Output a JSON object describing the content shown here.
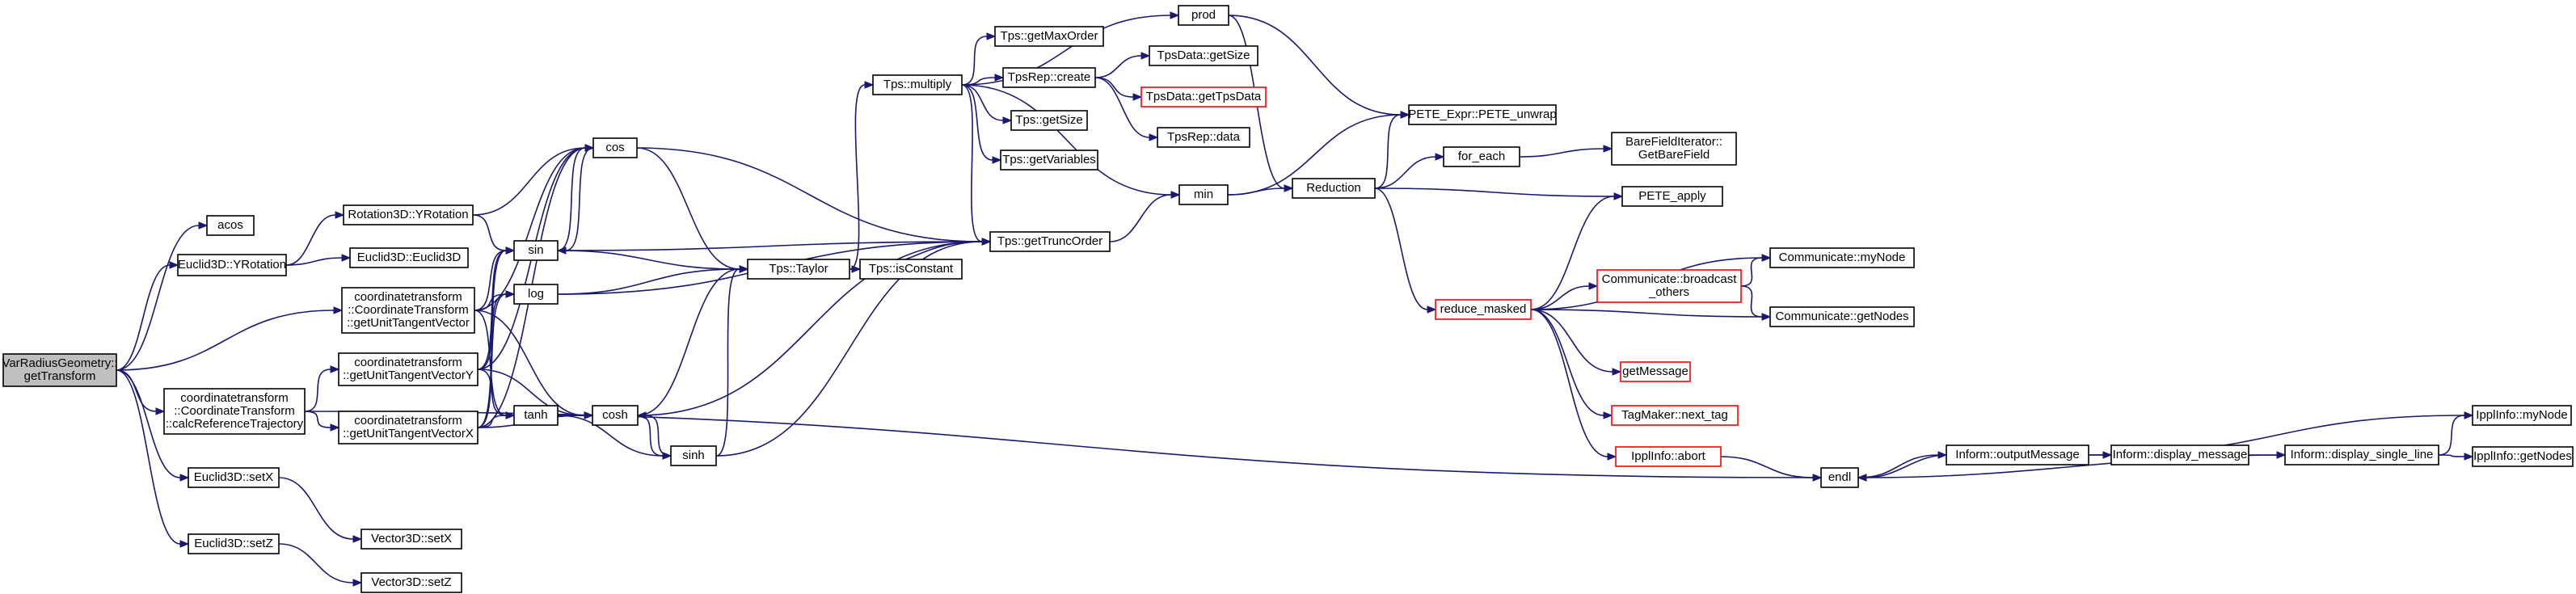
{
  "graph": {
    "node_color": "#000000",
    "highlight_color": "#ff0000",
    "edge_color": "#191970",
    "root_fill": "#bfbfbf",
    "nodes": [
      {
        "id": "root",
        "lines": [
          "VarRadiusGeometry::",
          "getTransform"
        ],
        "style": "root"
      },
      {
        "id": "acos",
        "lines": [
          "acos"
        ]
      },
      {
        "id": "euclid_yrot",
        "lines": [
          "Euclid3D::YRotation"
        ]
      },
      {
        "id": "coord_calc",
        "lines": [
          "coordinatetransform",
          "::CoordinateTransform",
          "::calcReferenceTrajectory"
        ]
      },
      {
        "id": "coord_getunit",
        "lines": [
          "coordinatetransform",
          "::CoordinateTransform",
          "::getUnitTangentVector"
        ]
      },
      {
        "id": "euclid_setx",
        "lines": [
          "Euclid3D::setX"
        ]
      },
      {
        "id": "euclid_setz",
        "lines": [
          "Euclid3D::setZ"
        ]
      },
      {
        "id": "rot3d_yrot",
        "lines": [
          "Rotation3D::YRotation"
        ]
      },
      {
        "id": "euclid_ctor",
        "lines": [
          "Euclid3D::Euclid3D"
        ]
      },
      {
        "id": "coord_y",
        "lines": [
          "coordinatetransform",
          "::getUnitTangentVectorY"
        ]
      },
      {
        "id": "coord_x",
        "lines": [
          "coordinatetransform",
          "::getUnitTangentVectorX"
        ]
      },
      {
        "id": "vec_setx",
        "lines": [
          "Vector3D::setX"
        ]
      },
      {
        "id": "vec_setz",
        "lines": [
          "Vector3D::setZ"
        ]
      },
      {
        "id": "cos",
        "lines": [
          "cos"
        ]
      },
      {
        "id": "sin",
        "lines": [
          "sin"
        ]
      },
      {
        "id": "log",
        "lines": [
          "log"
        ]
      },
      {
        "id": "tanh",
        "lines": [
          "tanh"
        ]
      },
      {
        "id": "cosh",
        "lines": [
          "cosh"
        ]
      },
      {
        "id": "sinh",
        "lines": [
          "sinh"
        ]
      },
      {
        "id": "tps_taylor",
        "lines": [
          "Tps::Taylor"
        ]
      },
      {
        "id": "tps_isconst",
        "lines": [
          "Tps::isConstant"
        ]
      },
      {
        "id": "tps_multiply",
        "lines": [
          "Tps::multiply"
        ]
      },
      {
        "id": "tps_getmaxorder",
        "lines": [
          "Tps::getMaxOrder"
        ]
      },
      {
        "id": "tpsrep_create",
        "lines": [
          "TpsRep::create"
        ]
      },
      {
        "id": "tps_getsize",
        "lines": [
          "Tps::getSize"
        ]
      },
      {
        "id": "tps_getvars",
        "lines": [
          "Tps::getVariables"
        ]
      },
      {
        "id": "tps_gettrunc",
        "lines": [
          "Tps::getTruncOrder"
        ]
      },
      {
        "id": "tpsdata_getsize",
        "lines": [
          "TpsData::getSize"
        ]
      },
      {
        "id": "tpsdata_gettpsdata",
        "lines": [
          "TpsData::getTpsData"
        ],
        "style": "red"
      },
      {
        "id": "tpsrep_data",
        "lines": [
          "TpsRep::data"
        ]
      },
      {
        "id": "prod",
        "lines": [
          "prod"
        ]
      },
      {
        "id": "min",
        "lines": [
          "min"
        ]
      },
      {
        "id": "reduction",
        "lines": [
          "Reduction"
        ]
      },
      {
        "id": "pete_unwrap",
        "lines": [
          "PETE_Expr::PETE_unwrap"
        ]
      },
      {
        "id": "for_each",
        "lines": [
          "for_each"
        ]
      },
      {
        "id": "barefield",
        "lines": [
          "BareFieldIterator::",
          "GetBareField"
        ]
      },
      {
        "id": "pete_apply",
        "lines": [
          "PETE_apply"
        ]
      },
      {
        "id": "reduce_masked",
        "lines": [
          "reduce_masked"
        ],
        "style": "red"
      },
      {
        "id": "comm_broadcast",
        "lines": [
          "Communicate::broadcast",
          "_others"
        ],
        "style": "red"
      },
      {
        "id": "comm_mynode",
        "lines": [
          "Communicate::myNode"
        ]
      },
      {
        "id": "comm_getnodes",
        "lines": [
          "Communicate::getNodes"
        ]
      },
      {
        "id": "getmessage",
        "lines": [
          "getMessage"
        ],
        "style": "red"
      },
      {
        "id": "tagmaker",
        "lines": [
          "TagMaker::next_tag"
        ],
        "style": "red"
      },
      {
        "id": "ipplinfo_abort",
        "lines": [
          "IpplInfo::abort"
        ],
        "style": "red"
      },
      {
        "id": "endl",
        "lines": [
          "endl"
        ]
      },
      {
        "id": "inform_output",
        "lines": [
          "Inform::outputMessage"
        ]
      },
      {
        "id": "inform_display",
        "lines": [
          "Inform::display_message"
        ]
      },
      {
        "id": "inform_single",
        "lines": [
          "Inform::display_single_line"
        ]
      },
      {
        "id": "ipplinfo_mynode",
        "lines": [
          "IpplInfo::myNode"
        ]
      },
      {
        "id": "ipplinfo_getnodes",
        "lines": [
          "IpplInfo::getNodes"
        ]
      }
    ],
    "edges": [
      [
        "root",
        "acos"
      ],
      [
        "root",
        "euclid_yrot"
      ],
      [
        "root",
        "coord_getunit"
      ],
      [
        "root",
        "coord_calc"
      ],
      [
        "root",
        "euclid_setx"
      ],
      [
        "root",
        "euclid_setz"
      ],
      [
        "euclid_yrot",
        "rot3d_yrot"
      ],
      [
        "euclid_yrot",
        "euclid_ctor"
      ],
      [
        "rot3d_yrot",
        "cos"
      ],
      [
        "rot3d_yrot",
        "sin"
      ],
      [
        "coord_getunit",
        "cos"
      ],
      [
        "coord_getunit",
        "sin"
      ],
      [
        "coord_getunit",
        "log"
      ],
      [
        "coord_getunit",
        "tanh"
      ],
      [
        "coord_getunit",
        "cosh"
      ],
      [
        "coord_calc",
        "coord_y"
      ],
      [
        "coord_calc",
        "coord_x"
      ],
      [
        "coord_calc",
        "endl"
      ],
      [
        "coord_y",
        "cos"
      ],
      [
        "coord_y",
        "sin"
      ],
      [
        "coord_y",
        "log"
      ],
      [
        "coord_y",
        "tanh"
      ],
      [
        "coord_y",
        "cosh"
      ],
      [
        "coord_x",
        "cos"
      ],
      [
        "coord_x",
        "sin"
      ],
      [
        "coord_x",
        "log"
      ],
      [
        "coord_x",
        "tanh"
      ],
      [
        "coord_x",
        "cosh"
      ],
      [
        "euclid_setx",
        "vec_setx"
      ],
      [
        "euclid_setz",
        "vec_setz"
      ],
      [
        "cos",
        "sin"
      ],
      [
        "cos",
        "tps_taylor"
      ],
      [
        "cos",
        "tps_gettrunc"
      ],
      [
        "sin",
        "cos"
      ],
      [
        "sin",
        "tps_taylor"
      ],
      [
        "sin",
        "tps_gettrunc"
      ],
      [
        "log",
        "tps_taylor"
      ],
      [
        "log",
        "tps_gettrunc"
      ],
      [
        "tanh",
        "cosh"
      ],
      [
        "tanh",
        "sinh"
      ],
      [
        "cosh",
        "sinh"
      ],
      [
        "cosh",
        "tps_taylor"
      ],
      [
        "cosh",
        "tps_gettrunc"
      ],
      [
        "sinh",
        "cosh"
      ],
      [
        "sinh",
        "tps_taylor"
      ],
      [
        "sinh",
        "tps_gettrunc"
      ],
      [
        "tps_taylor",
        "tps_isconst"
      ],
      [
        "tps_taylor",
        "tps_multiply"
      ],
      [
        "tps_taylor",
        "tps_gettrunc"
      ],
      [
        "tps_multiply",
        "prod"
      ],
      [
        "tps_multiply",
        "tps_getmaxorder"
      ],
      [
        "tps_multiply",
        "tpsrep_create"
      ],
      [
        "tps_multiply",
        "tps_getsize"
      ],
      [
        "tps_multiply",
        "tps_getvars"
      ],
      [
        "tps_multiply",
        "tps_gettrunc"
      ],
      [
        "tps_multiply",
        "min"
      ],
      [
        "tpsrep_create",
        "tpsdata_getsize"
      ],
      [
        "tpsrep_create",
        "tpsdata_gettpsdata"
      ],
      [
        "tpsrep_create",
        "tpsrep_data"
      ],
      [
        "tps_gettrunc",
        "min"
      ],
      [
        "prod",
        "pete_unwrap"
      ],
      [
        "prod",
        "reduction"
      ],
      [
        "min",
        "pete_unwrap"
      ],
      [
        "min",
        "reduction"
      ],
      [
        "reduction",
        "pete_unwrap"
      ],
      [
        "reduction",
        "for_each"
      ],
      [
        "reduction",
        "pete_apply"
      ],
      [
        "reduction",
        "reduce_masked"
      ],
      [
        "for_each",
        "barefield"
      ],
      [
        "reduce_masked",
        "pete_apply"
      ],
      [
        "reduce_masked",
        "comm_mynode"
      ],
      [
        "reduce_masked",
        "comm_broadcast"
      ],
      [
        "reduce_masked",
        "comm_getnodes"
      ],
      [
        "reduce_masked",
        "getmessage"
      ],
      [
        "reduce_masked",
        "tagmaker"
      ],
      [
        "reduce_masked",
        "ipplinfo_abort"
      ],
      [
        "comm_broadcast",
        "comm_mynode"
      ],
      [
        "comm_broadcast",
        "comm_getnodes"
      ],
      [
        "ipplinfo_abort",
        "endl"
      ],
      [
        "endl",
        "inform_output"
      ],
      [
        "inform_output",
        "endl"
      ],
      [
        "inform_output",
        "inform_display"
      ],
      [
        "inform_output",
        "ipplinfo_mynode"
      ],
      [
        "inform_display",
        "inform_single"
      ],
      [
        "inform_single",
        "endl"
      ],
      [
        "inform_single",
        "ipplinfo_mynode"
      ],
      [
        "inform_single",
        "ipplinfo_getnodes"
      ]
    ]
  }
}
